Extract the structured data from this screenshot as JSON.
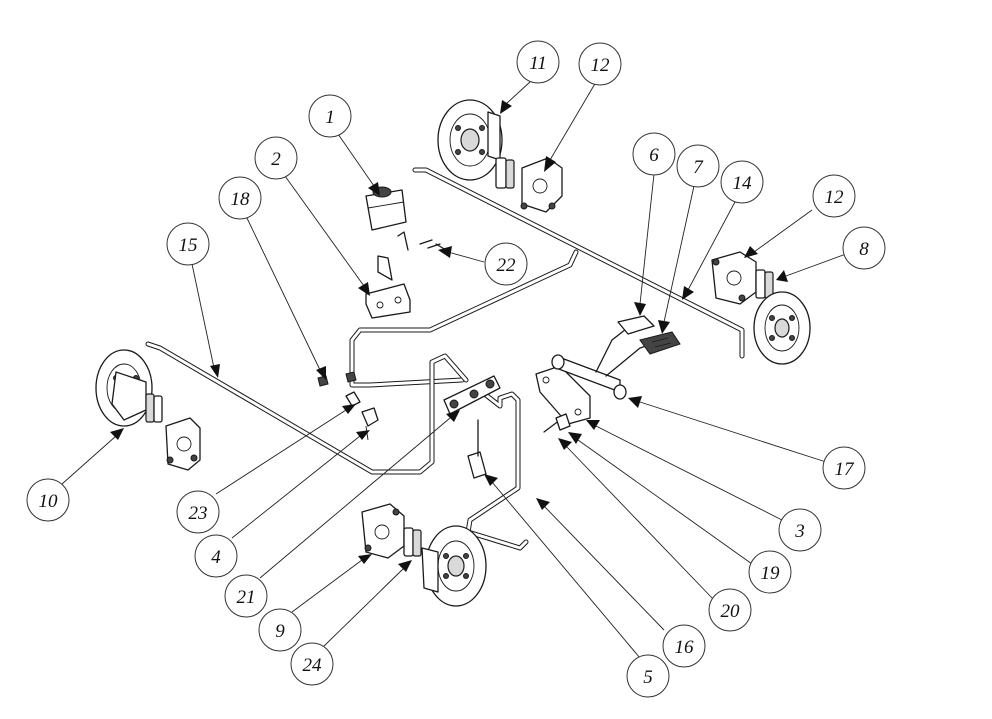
{
  "callouts": [
    {
      "label": "1"
    },
    {
      "label": "2"
    },
    {
      "label": "3"
    },
    {
      "label": "4"
    },
    {
      "label": "5"
    },
    {
      "label": "6"
    },
    {
      "label": "7"
    },
    {
      "label": "8"
    },
    {
      "label": "9"
    },
    {
      "label": "10"
    },
    {
      "label": "11"
    },
    {
      "label": "12"
    },
    {
      "label": "12"
    },
    {
      "label": "14"
    },
    {
      "label": "15"
    },
    {
      "label": "16"
    },
    {
      "label": "17"
    },
    {
      "label": "18"
    },
    {
      "label": "19"
    },
    {
      "label": "20"
    },
    {
      "label": "21"
    },
    {
      "label": "22"
    },
    {
      "label": "23"
    },
    {
      "label": "24"
    }
  ]
}
